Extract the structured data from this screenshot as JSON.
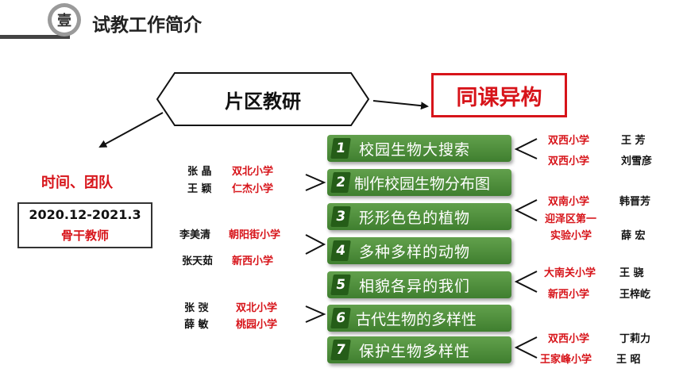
{
  "header": {
    "badge": "壹",
    "title": "试教工作简介"
  },
  "center": {
    "label": "片区教研"
  },
  "method": {
    "label": "同课异构"
  },
  "time": {
    "label": "时间、团队",
    "range": "2020.12-2021.3",
    "role": "骨干教师"
  },
  "topics": [
    {
      "num": "1",
      "label": "校园生物大搜索"
    },
    {
      "num": "2",
      "label": "制作校园生物分布图"
    },
    {
      "num": "3",
      "label": "形形色色的植物"
    },
    {
      "num": "4",
      "label": "多种多样的动物"
    },
    {
      "num": "5",
      "label": "相貌各异的我们"
    },
    {
      "num": "6",
      "label": "古代生物的多样性"
    },
    {
      "num": "7",
      "label": "保护生物多样性"
    }
  ],
  "left_teachers": [
    {
      "name": "张 晶",
      "school": "双北小学"
    },
    {
      "name": "王 颖",
      "school": "仁杰小学"
    },
    {
      "name": "李美清",
      "school": "朝阳街小学"
    },
    {
      "name": "张天茹",
      "school": "新西小学"
    },
    {
      "name": "张 弢",
      "school": "双北小学"
    },
    {
      "name": "薛 敏",
      "school": "桃园小学"
    }
  ],
  "right_teachers": [
    {
      "school": "双西小学",
      "name": "王 芳"
    },
    {
      "school": "双西小学",
      "name": "刘雪彦"
    },
    {
      "school": "双南小学",
      "name": "韩晋芳"
    },
    {
      "school_line1": "迎泽区第一",
      "school_line2": "实验小学",
      "name": "薛 宏"
    },
    {
      "school": "大南关小学",
      "name": "王 骁"
    },
    {
      "school": "新西小学",
      "name": "王梓屹"
    },
    {
      "school": "双西小学",
      "name": "丁莉力"
    },
    {
      "school": "王家峰小学",
      "name": "王 昭"
    }
  ]
}
